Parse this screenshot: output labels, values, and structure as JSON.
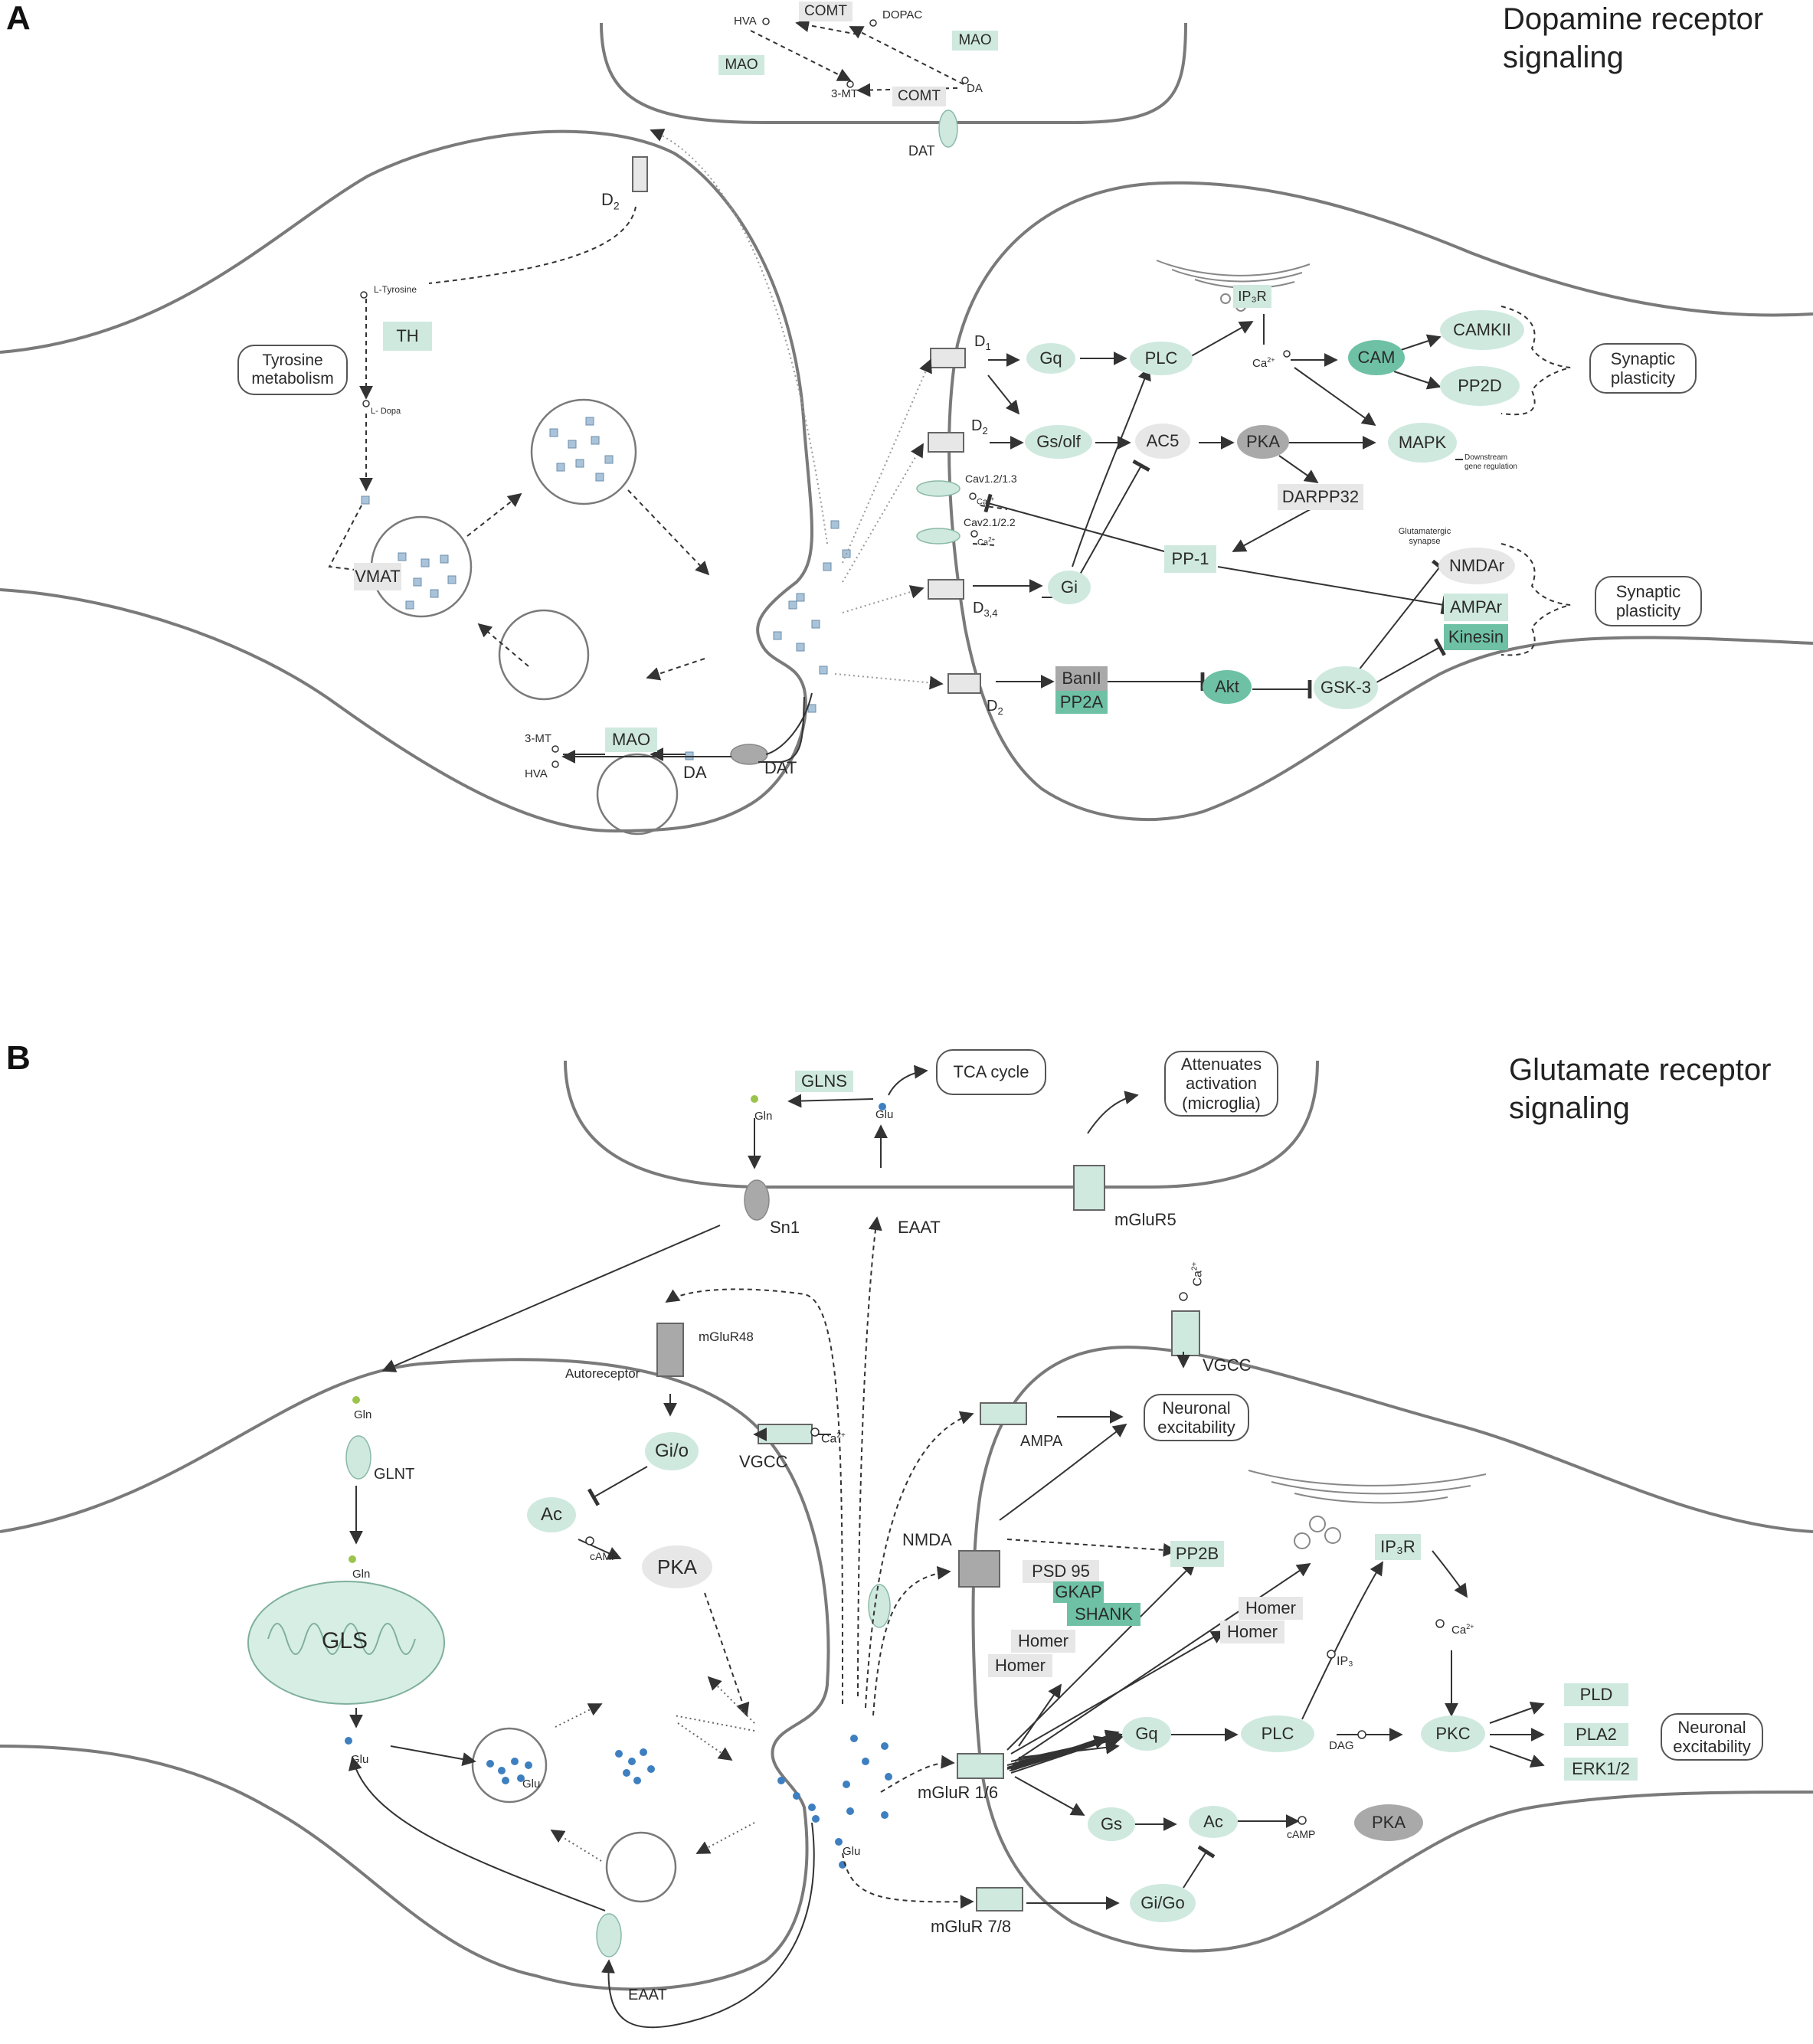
{
  "panelA": {
    "label": "A",
    "title": "Dopamine receptor signaling",
    "nodes": {
      "comt1": "COMT",
      "comt2": "COMT",
      "dopac": "DOPAC",
      "hva_top": "HVA",
      "mao_top_r": "MAO",
      "mao_top_l": "MAO",
      "mt3_top": "3-MT",
      "da_top": "DA",
      "dat_top": "DAT",
      "d2_pre": "D",
      "d2_pre_sub": "2",
      "ltyrosine": "L-Tyrosine",
      "th": "TH",
      "ldopa": "L- Dopa",
      "vmat": "VMAT",
      "tyrosine_metabolism": "Tyrosine metabolism",
      "mt3_bot": "3-MT",
      "hva_bot": "HVA",
      "mao_bot": "MAO",
      "da_bot": "DA",
      "dat_bot": "DAT",
      "d1": "D",
      "d1_sub": "1",
      "d2a": "D",
      "d2a_sub": "2",
      "d34": "D",
      "d34_sub": "3,4",
      "d2b": "D",
      "d2b_sub": "2",
      "cav12": "Cav1.2/1.3",
      "cav21": "Cav2.1/2.2",
      "ca_a1": "Ca",
      "ca_a2": "Ca",
      "ca_sup": "2+",
      "gq": "Gq",
      "gsolf": "Gs/olf",
      "gi": "Gi",
      "plc": "PLC",
      "ac5": "AC5",
      "pka": "PKA",
      "ip3r": "IP₃R",
      "ca_post": "Ca",
      "cam": "CAM",
      "camkii": "CAMKII",
      "pp2d": "PP2D",
      "mapk": "MAPK",
      "downstream": "Downstream gene regulation",
      "darpp32": "DARPP32",
      "pp1": "PP-1",
      "glut_synapse": "Glutamatergic synapse",
      "nmdar": "NMDAr",
      "ampar": "AMPAr",
      "kinesin": "Kinesin",
      "banii": "BanII",
      "pp2a": "PP2A",
      "akt": "Akt",
      "gsk3": "GSK-3",
      "syn_plast1": "Synaptic plasticity",
      "syn_plast2": "Synaptic plasticity"
    }
  },
  "panelB": {
    "label": "B",
    "title": "Glutamate receptor signaling",
    "nodes": {
      "glns": "GLNS",
      "gln_top": "Gln",
      "glu_top": "Glu",
      "tca": "TCA cycle",
      "attenuates": "Attenuates activation (microglia)",
      "sn1": "Sn1",
      "eaat_top": "EAAT",
      "mglur5": "mGluR5",
      "gln1": "Gln",
      "glnt": "GLNT",
      "gln2": "Gln",
      "gls": "GLS",
      "glu_left": "Glu",
      "glu_ves": "Glu",
      "eaat_bot": "EAAT",
      "mglur48": "mGluR48",
      "autoreceptor": "Autoreceptor",
      "gio": "Gi/o",
      "ac_pre": "Ac",
      "camp_pre": "cAMP",
      "pka_pre": "PKA",
      "vgcc_pre": "VGCC",
      "ca_pre": "Ca",
      "ca_sup": "2+",
      "vgcc_post": "VGCC",
      "ca_post_top": "Ca",
      "ampa": "AMPA",
      "neuronal_exc1": "Neuronal excitability",
      "nmda": "NMDA",
      "psd95": "PSD 95",
      "gkap": "GKAP",
      "shank": "SHANK",
      "pp2b": "PP2B",
      "homer1": "Homer",
      "homer2": "Homer",
      "homer3": "Homer",
      "homer4": "Homer",
      "ip3r": "IP₃R",
      "ip3": "IP₃",
      "ca_post": "Ca",
      "dag": "DAG",
      "mglur16": "mGluR 1/6",
      "gq": "Gq",
      "plc": "PLC",
      "pkc": "PKC",
      "pld": "PLD",
      "pla2": "PLA2",
      "erk12": "ERK1/2",
      "neuronal_exc2": "Neuronal excitability",
      "gs": "Gs",
      "ac_post": "Ac",
      "camp_post": "cAMP",
      "pka_post": "PKA",
      "glu_syn": "Glu",
      "mglur78": "mGluR 7/8",
      "gigo": "Gi/Go"
    }
  },
  "colors": {
    "light_teal": "#cfe9df",
    "mid_teal": "#6ec1a5",
    "light_gray": "#e7e7e7",
    "mid_gray": "#a9a9a9",
    "membrane": "#7a7a7a",
    "vesicle_dot": "#a9c4da",
    "glu_dot": "#3d7fbf",
    "gln_dot": "#9bc44d"
  }
}
